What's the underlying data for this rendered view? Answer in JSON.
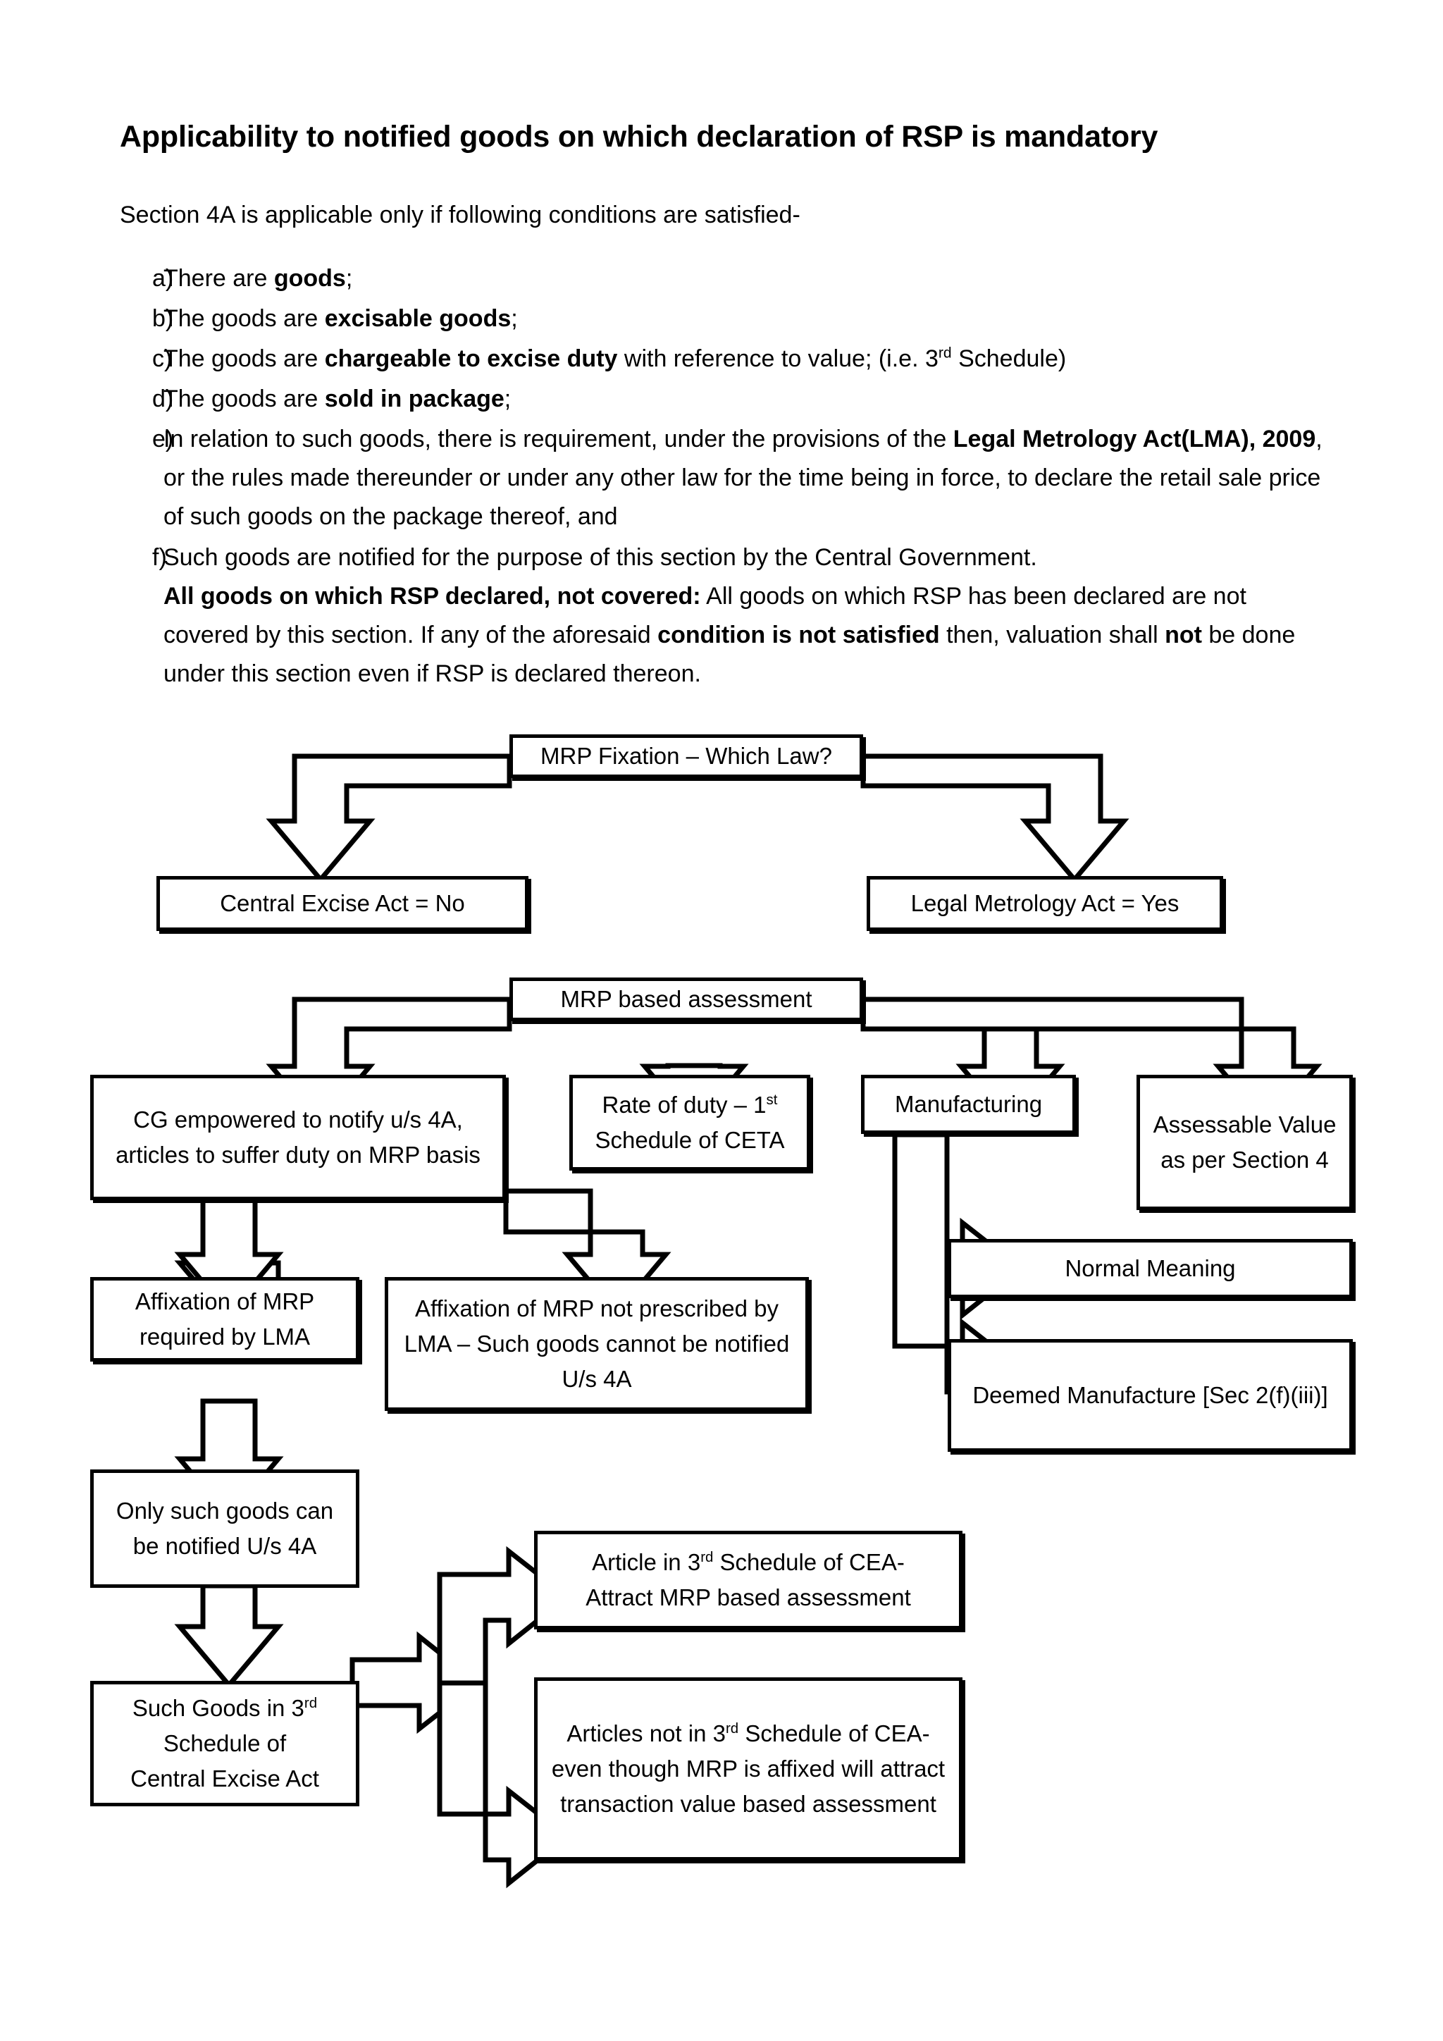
{
  "document": {
    "title": "Applicability to notified goods on which declaration of RSP is mandatory",
    "intro": "Section 4A is applicable only if following conditions are satisfied-",
    "conditions": [
      {
        "marker": "a)",
        "html": "There are <b>goods</b>;"
      },
      {
        "marker": "b)",
        "html": "The goods are <b>excisable goods</b>;"
      },
      {
        "marker": "c)",
        "html": "The goods are <b>chargeable to excise duty</b> with reference to value; (i.e. 3<sup>rd</sup> Schedule)"
      },
      {
        "marker": "d)",
        "html": "The goods are <b>sold in package</b>;"
      },
      {
        "marker": "e)",
        "html": "In relation to such goods, there is requirement, under the provisions of the <b>Legal Metrology Act(LMA), 2009</b>, or the rules made thereunder or under any other law for the time being in force, to declare the retail sale price of such goods on the package thereof, and"
      },
      {
        "marker": "f)",
        "html": "Such goods are notified for the purpose of this section by the Central Government.<br><b>All goods on which RSP declared, not covered:</b> All goods on which RSP has been declared are not covered by this section. If any of the aforesaid <b>condition is not satisfied</b> then, valuation shall <b>not</b> be done under this section even if RSP is declared thereon."
      }
    ]
  },
  "flowchart": {
    "nodes": {
      "mrp_fixation": "MRP Fixation – Which Law?",
      "central_excise_no": "Central Excise Act = No",
      "legal_metrology_yes": "Legal Metrology Act = Yes",
      "mrp_based_assessment": "MRP based assessment",
      "cg_empowered": "CG empowered to notify u/s 4A, articles to suffer duty on MRP basis",
      "rate_of_duty_html": "Rate of duty – 1<sup>st</sup><br>Schedule of CETA",
      "manufacturing": "Manufacturing",
      "assessable_value": "Assessable Value as per Section 4",
      "normal_meaning": "Normal Meaning",
      "deemed_manufacture": "Deemed Manufacture [Sec 2(f)(iii)]",
      "affixation_required": "Affixation of MRP required by LMA",
      "affixation_not_prescribed": "Affixation of MRP not prescribed by LMA – Such goods cannot be notified U/s 4A",
      "only_such_goods": "Only such goods can be notified U/s 4A",
      "such_goods_third_sched_html": "Such Goods in 3<sup>rd</sup><br>Schedule of<br>Central Excise Act",
      "article_in_third_sched_html": "Article in 3<sup>rd</sup> Schedule of CEA-<br>Attract MRP based assessment",
      "articles_not_in_third_sched_html": "Articles not in 3<sup>rd</sup> Schedule of CEA- even though MRP is affixed will attract transaction value based assessment"
    }
  },
  "colors": {
    "ink": "#000000",
    "paper": "#ffffff"
  }
}
